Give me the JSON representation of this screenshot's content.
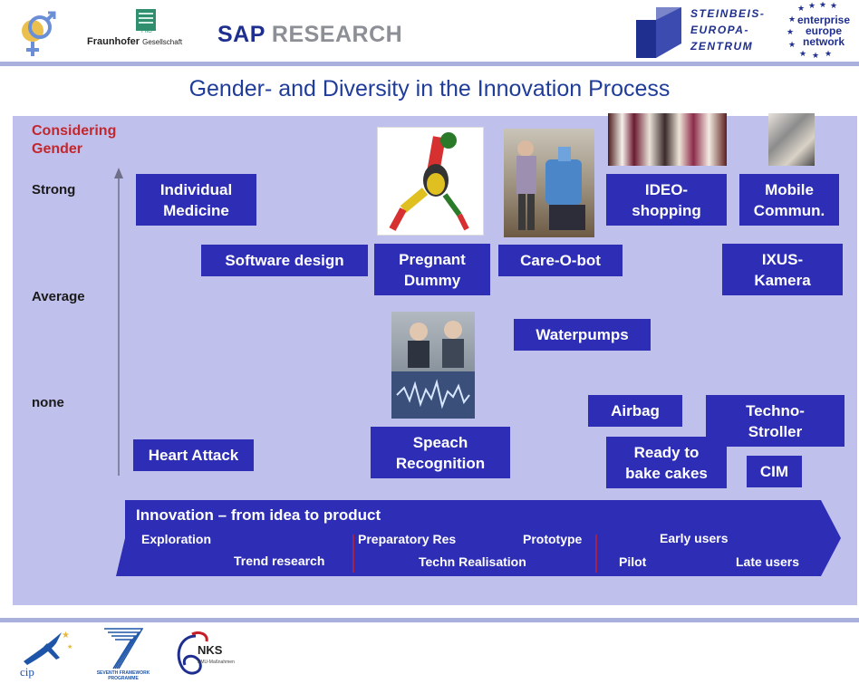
{
  "header": {
    "logos": {
      "fraunhofer": {
        "name_bold": "Fraunhofer",
        "name_rest": "Gesellschaft",
        "mark": "FhG"
      },
      "sap": {
        "part1": "SAP",
        "part2": "RESEARCH"
      },
      "steinbeis": {
        "line1": "STEINBEIS-",
        "line2": "EUROPA-",
        "line3": "ZENTRUM"
      },
      "een": {
        "line1": "enterprise",
        "line2": "europe",
        "line3": "network"
      }
    }
  },
  "title": "Gender- and Diversity in the Innovation Process",
  "axis": {
    "title_line1": "Considering",
    "title_line2": "Gender",
    "levels": {
      "strong": "Strong",
      "average": "Average",
      "none": "none"
    }
  },
  "boxes": {
    "individual_medicine": "Individual\nMedicine",
    "software_design": "Software design",
    "pregnant_dummy": "Pregnant\nDummy",
    "care_o_bot": "Care-O-bot",
    "ideo_shopping": "IDEO-\nshopping",
    "mobile_commun": "Mobile\nCommun.",
    "ixus_kamera": "IXUS-\nKamera",
    "waterpumps": "Waterpumps",
    "airbag": "Airbag",
    "techno_stroller": "Techno-\nStroller",
    "heart_attack": "Heart Attack",
    "speach_recognition": "Speach\nRecognition",
    "ready_to_bake": "Ready to\nbake cakes",
    "cim": "CIM"
  },
  "innovation": {
    "title": "Innovation – from idea to product",
    "stages": {
      "exploration": "Exploration",
      "trend_research": "Trend research",
      "preparatory_res": "Preparatory Res",
      "prototype": "Prototype",
      "techn_realisation": "Techn Realisation",
      "early_users": "Early users",
      "pilot": "Pilot",
      "late_users": "Late users"
    }
  },
  "footer": {
    "cip": "cip",
    "fp7": "SEVENTH FRAMEWORK PROGRAMME",
    "nks": "NKS",
    "nks_sub": "KMU-Maßnahmen"
  },
  "colors": {
    "box_blue": "#2d2db6",
    "panel": "#c0c0ec",
    "title_blue": "#1f3c99",
    "accent_red": "#c1272d"
  }
}
